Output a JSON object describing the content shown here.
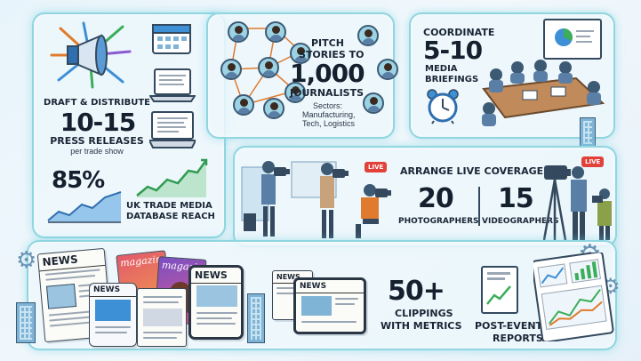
{
  "press": {
    "line1": "DRAFT & DISTRIBUTE",
    "number": "10-15",
    "label": "PRESS RELEASES",
    "sub": "per trade show"
  },
  "database": {
    "percent": "85%",
    "label_line1": "UK TRADE MEDIA",
    "label_line2": "DATABASE REACH"
  },
  "pitch": {
    "line1": "PITCH",
    "line2": "STORIES TO",
    "number": "1,000",
    "label": "JOURNALISTS",
    "sectors_line1": "Sectors:",
    "sectors_line2": "Manufacturing,",
    "sectors_line3": "Tech, Logistics"
  },
  "briefings": {
    "line1": "COORDINATE",
    "number": "5-10",
    "label_line1": "MEDIA",
    "label_line2": "BRIEFINGS"
  },
  "coverage": {
    "title": "ARRANGE LIVE COVERAGE",
    "photo_number": "20",
    "photo_label": "PHOTOGRAPHERS",
    "video_number": "15",
    "video_label": "VIDEOGRAPHERS",
    "live_badge_1": "LIVE",
    "live_badge_2": "LIVE"
  },
  "clippings": {
    "number": "50+",
    "label_line1": "CLIPPINGS",
    "label_line2": "WITH METRICS",
    "news_1": "NEWS",
    "news_2": "NEWS",
    "news_3": "NEWS",
    "news_4": "NEWS",
    "news_5": "NEWS",
    "mag_1": "magazine",
    "mag_2": "magazine"
  },
  "reports": {
    "label_line1": "POST-EVENT",
    "label_line2": "REPORTS"
  },
  "colors": {
    "panel_border": "#8fd6e0",
    "accent_blue": "#2f7fc1",
    "accent_green": "#3cae5a",
    "live_red": "#e2413a"
  }
}
